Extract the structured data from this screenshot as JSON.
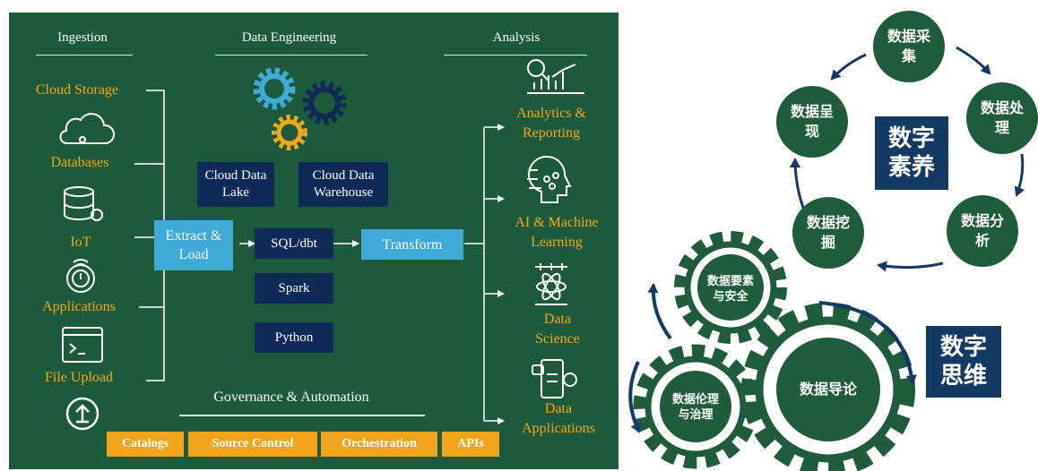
{
  "pipeline": {
    "headers": {
      "ingestion": "Ingestion",
      "engineering": "Data Engineering",
      "analysis": "Analysis"
    },
    "sources": [
      "Cloud Storage",
      "Databases",
      "IoT",
      "Applications",
      "File Upload"
    ],
    "extract_load": "Extract & Load",
    "storage": [
      "Cloud Data Lake",
      "Cloud Data Warehouse"
    ],
    "tools": [
      "SQL/dbt",
      "Spark",
      "Python"
    ],
    "transform": "Transform",
    "outputs": [
      "Analytics & Reporting",
      "AI & Machine Learning",
      "Data Science",
      "Data Applications"
    ],
    "governance": {
      "title": "Governance & Automation",
      "tags": [
        "Catalogs",
        "Source Control",
        "Orchestration",
        "APIs"
      ]
    }
  },
  "literacy": {
    "center": "数字素养",
    "cycle": [
      "数据采集",
      "数据处理",
      "数据分析",
      "数据挖掘",
      "数据呈现"
    ]
  },
  "thinking": {
    "label": "数字思维",
    "gears": [
      "数据要素与安全",
      "数据导论",
      "数据伦理与治理"
    ]
  },
  "colors": {
    "panel": "#1d5a3b",
    "accent": "#f0a81c",
    "navy": "#0f2a57",
    "blue": "#3fa9d8",
    "gear": "#1e5c3c",
    "cycle_arrow": "#14386a"
  }
}
